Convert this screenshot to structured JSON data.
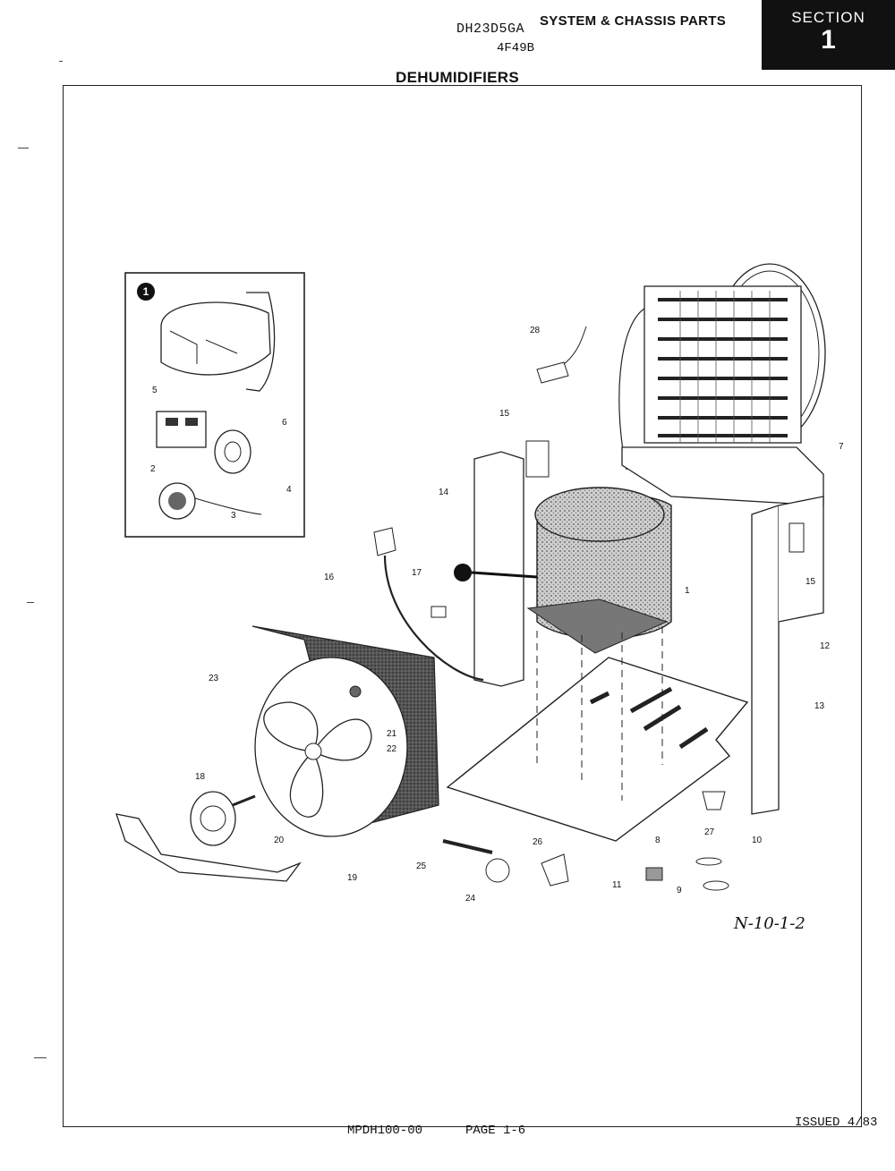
{
  "header": {
    "model": "DH23D5GA",
    "model_line2": "4F49B",
    "title": "SYSTEM & CHASSIS PARTS",
    "section_label": "SECTION",
    "section_number": "1",
    "product": "DEHUMIDIFIERS"
  },
  "diagram": {
    "inset_callout": "1",
    "part_numbers": [
      "1",
      "2",
      "3",
      "4",
      "5",
      "6",
      "7",
      "8",
      "9",
      "10",
      "11",
      "12",
      "13",
      "14",
      "15",
      "15",
      "16",
      "17",
      "18",
      "19",
      "20",
      "21",
      "22",
      "23",
      "24",
      "25",
      "26",
      "27",
      "28"
    ],
    "reference": "N-10-1-2"
  },
  "footer": {
    "doc": "MPDH100-00",
    "page": "PAGE 1-6",
    "issued": "ISSUED 4/83"
  }
}
